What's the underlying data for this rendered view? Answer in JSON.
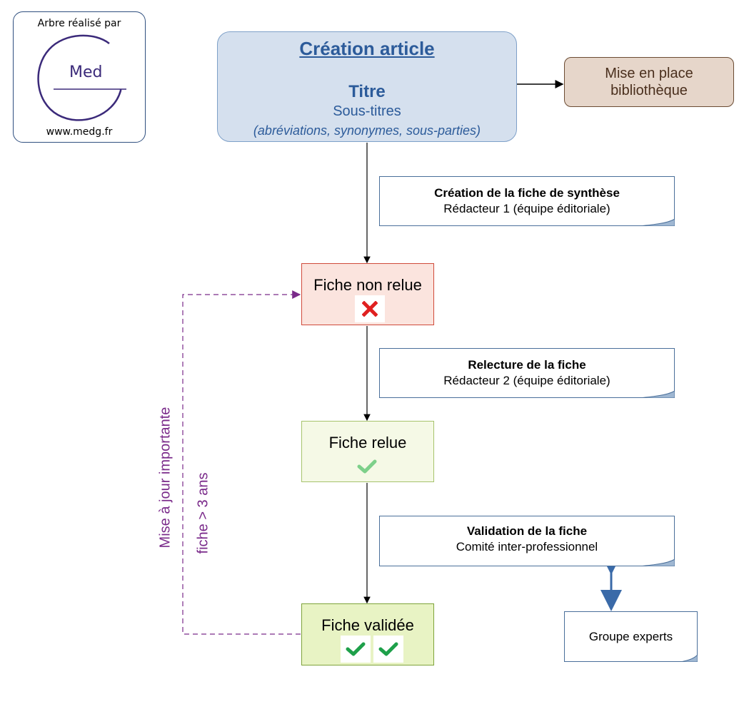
{
  "logo": {
    "top_text": "Arbre réalisé par",
    "center_text": "Med",
    "bottom_text": "www.medg.fr"
  },
  "creation": {
    "title": "Création article",
    "titre": "Titre",
    "sous_titres": "Sous-titres",
    "details": "(abréviations, synonymes, sous-parties)"
  },
  "library": {
    "line1": "Mise en place",
    "line2": "bibliothèque"
  },
  "notes": [
    {
      "title": "Création de la fiche de synthèse",
      "subtitle": "Rédacteur 1 (équipe éditoriale)"
    },
    {
      "title": "Relecture de la fiche",
      "subtitle": "Rédacteur 2 (équipe éditoriale)"
    },
    {
      "title": "Validation de la fiche",
      "subtitle": "Comité inter-professionnel"
    }
  ],
  "experts": "Groupe experts",
  "states": [
    {
      "label": "Fiche non relue",
      "icon": "cross-icon"
    },
    {
      "label": "Fiche relue",
      "icon": "check-icon"
    },
    {
      "label": "Fiche validée",
      "icon": "double-check-icon"
    }
  ],
  "loop": {
    "label1": "Mise à jour importante",
    "label2": "fiche > 3 ans"
  },
  "colors": {
    "creation_text": "#2c5b9a",
    "loop": "#7a2a8a",
    "cross": "#e02020",
    "check_light": "#7dd08a",
    "check_dark": "#1ea04a"
  }
}
